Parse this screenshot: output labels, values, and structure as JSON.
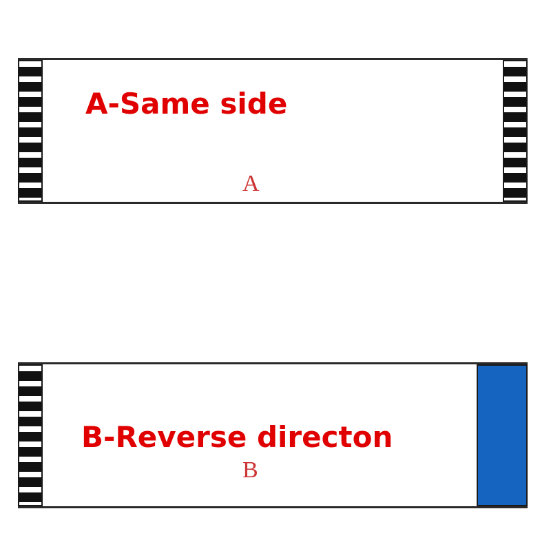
{
  "cable_a": {
    "label": "A-Same side",
    "mark": "A",
    "label_color": "#e00000"
  },
  "cable_b": {
    "label": "B-Reverse directon",
    "mark": "B",
    "label_color": "#e00000",
    "stiffener_color": "#1565c0"
  },
  "icons": {
    "left_contacts": "connector-contacts-icon",
    "right_contacts": "connector-contacts-icon",
    "stiffener": "blue-stiffener-icon"
  }
}
